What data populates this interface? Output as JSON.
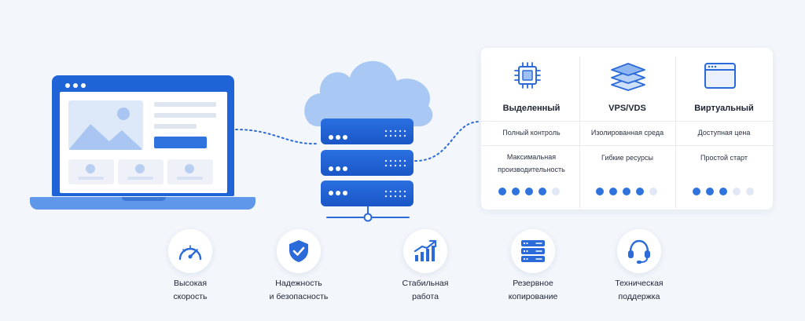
{
  "plans": [
    {
      "icon": "cpu-chip-icon",
      "title": "Выделенный",
      "feature_1": "Полный контроль",
      "feature_2_line_1": "Максимальная",
      "feature_2_line_2": "производительность",
      "rating": 4,
      "rating_max": 5
    },
    {
      "icon": "layers-stack-icon",
      "title": "VPS/VDS",
      "feature_1": "Изолированная среда",
      "feature_2_line_1": "Гибкие ресурсы",
      "feature_2_line_2": "",
      "rating": 4,
      "rating_max": 5
    },
    {
      "icon": "browser-window-icon",
      "title": "Виртуальный",
      "feature_1": "Доступная цена",
      "feature_2_line_1": "Простой старт",
      "feature_2_line_2": "",
      "rating": 3,
      "rating_max": 5
    }
  ],
  "features": [
    {
      "icon": "speedometer-icon",
      "line_1": "Высокая",
      "line_2": "скорость"
    },
    {
      "icon": "shield-check-icon",
      "line_1": "Надежность",
      "line_2": "и безопасность"
    },
    {
      "icon": "growth-chart-icon",
      "line_1": "Стабильная",
      "line_2": "работа"
    },
    {
      "icon": "server-backup-icon",
      "line_1": "Резервное",
      "line_2": "копирование"
    },
    {
      "icon": "headset-icon",
      "line_1": "Техническая",
      "line_2": "поддержка"
    }
  ],
  "colors": {
    "accent": "#2f74de",
    "dark_accent": "#1a56c6",
    "cloud": "#a9c8f3",
    "background": "#f3f6fb",
    "inactive_dot": "#e1e8f5"
  }
}
